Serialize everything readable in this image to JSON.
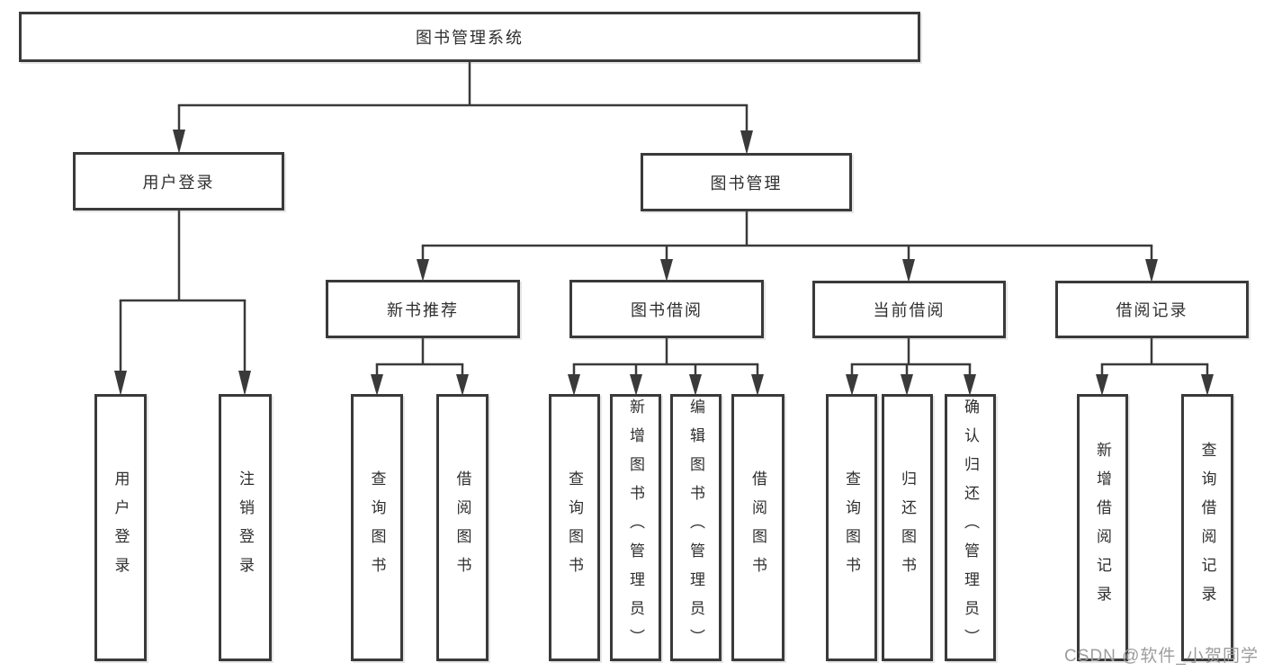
{
  "diagram": {
    "root": {
      "label": "图书管理系统"
    },
    "level2": [
      {
        "label": "用户登录"
      },
      {
        "label": "图书管理"
      }
    ],
    "level3": [
      {
        "label": "新书推荐"
      },
      {
        "label": "图书借阅"
      },
      {
        "label": "当前借阅"
      },
      {
        "label": "借阅记录"
      }
    ],
    "leaves": [
      {
        "label": "用户登录"
      },
      {
        "label": "注销登录"
      },
      {
        "label": "查询图书"
      },
      {
        "label": "借阅图书"
      },
      {
        "label": "查询图书"
      },
      {
        "label": "新增图书（管理员）"
      },
      {
        "label": "编辑图书（管理员）"
      },
      {
        "label": "借阅图书"
      },
      {
        "label": "查询图书"
      },
      {
        "label": "归还图书"
      },
      {
        "label": "确认归还（管理员）"
      },
      {
        "label": "新增借阅记录"
      },
      {
        "label": "查询借阅记录"
      }
    ],
    "structure": {
      "图书管理系统": {
        "用户登录": [
          "用户登录",
          "注销登录"
        ],
        "图书管理": {
          "新书推荐": [
            "查询图书",
            "借阅图书"
          ],
          "图书借阅": [
            "查询图书",
            "新增图书（管理员）",
            "编辑图书（管理员）",
            "借阅图书"
          ],
          "当前借阅": [
            "查询图书",
            "归还图书",
            "确认归还（管理员）"
          ],
          "借阅记录": [
            "新增借阅记录",
            "查询借阅记录"
          ]
        }
      }
    },
    "watermark": "CSDN @软件_小贺同学",
    "colors": {
      "line": "#3a3a3a",
      "box_border": "#3a3a3a",
      "box_fill": "#ffffff",
      "text": "#2f2f2f",
      "watermark": "#9d9d9d"
    }
  }
}
